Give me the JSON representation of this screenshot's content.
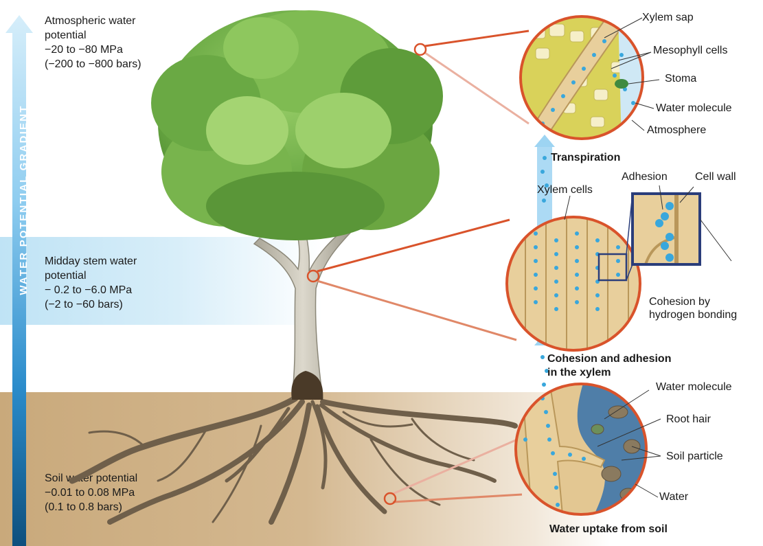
{
  "gradient": {
    "label": "WATER POTENTIAL GRADIENT",
    "colors": {
      "top": "#cfe9f8",
      "mid": "#3aa6dd",
      "bottom": "#0d4f7d"
    }
  },
  "zones": {
    "atmosphere": "Atmospheric water\npotential\n−20 to −80 MPa\n(−200 to −800 bars)",
    "stem": "Midday stem water\npotential\n − 0.2 to −6.0  MPa\n(−2 to −60 bars)",
    "soil": "Soil water potential\n−0.01 to 0.08 MPa\n(0.1 to 0.8 bars)"
  },
  "panels": {
    "transpiration": {
      "caption": "Transpiration",
      "labels": {
        "xylem_sap": "Xylem sap",
        "mesophyll": "Mesophyll cells",
        "stoma": "Stoma",
        "water_molecule": "Water molecule",
        "atmosphere": "Atmosphere"
      }
    },
    "xylem": {
      "caption": "Cohesion and adhesion\nin the xylem",
      "labels": {
        "xylem_cells": "Xylem cells",
        "adhesion": "Adhesion",
        "cell_wall": "Cell wall",
        "cohesion": "Cohesion by\nhydrogen bonding"
      }
    },
    "soil": {
      "caption": "Water uptake from soil",
      "labels": {
        "water_molecule": "Water molecule",
        "root_hair": "Root hair",
        "soil_particle": "Soil particle",
        "water": "Water"
      }
    }
  },
  "colors": {
    "leaf_dark": "#4e8f2e",
    "leaf_light": "#8cc65a",
    "trunk": "#c7c2b3",
    "root": "#7a6a55",
    "callout_ring": "#d9532b",
    "water": "#39a7dc",
    "xylem_tan": "#e8cf9c"
  }
}
